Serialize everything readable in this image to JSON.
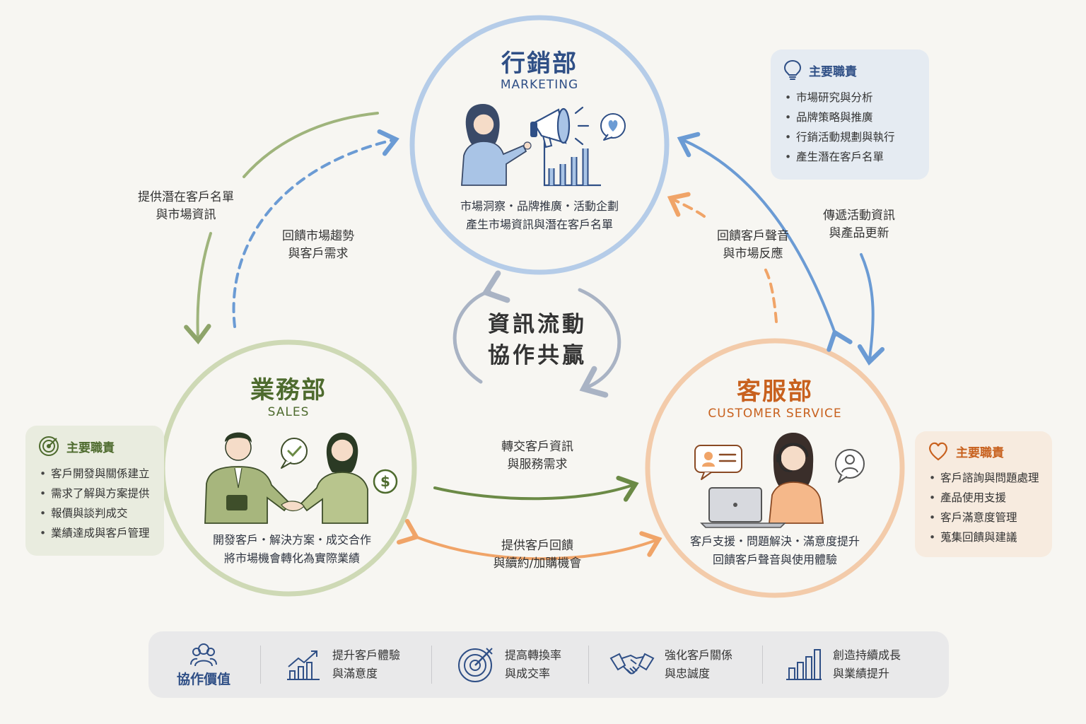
{
  "marketing": {
    "title": "行銷部",
    "subtitle": "MARKETING",
    "desc_line1": "市場洞察・品牌推廣・活動企劃",
    "desc_line2": "產生市場資訊與潛在客戶名單",
    "color": "#2f4f86",
    "ring": "#a9c4e6",
    "responsibilities": {
      "title": "主要職責",
      "icon": "lightbulb-icon",
      "items": [
        "市場研究與分析",
        "品牌策略與推廣",
        "行銷活動規劃與執行",
        "產生潛在客戶名單"
      ]
    }
  },
  "sales": {
    "title": "業務部",
    "subtitle": "SALES",
    "desc_line1": "開發客戶・解決方案・成交合作",
    "desc_line2": "將市場機會轉化為實際業績",
    "color": "#4e6b2e",
    "ring": "#c9d6ae",
    "responsibilities": {
      "title": "主要職責",
      "icon": "target-icon",
      "items": [
        "客戶開發與關係建立",
        "需求了解與方案提供",
        "報價與談判成交",
        "業績達成與客戶管理"
      ]
    }
  },
  "service": {
    "title": "客服部",
    "subtitle": "CUSTOMER SERVICE",
    "desc_line1": "客戶支援・問題解決・滿意度提升",
    "desc_line2": "回饋客戶聲音與使用體驗",
    "color": "#c8611e",
    "ring": "#f2c6a2",
    "responsibilities": {
      "title": "主要職責",
      "icon": "heart-icon",
      "items": [
        "客戶諮詢與問題處理",
        "產品使用支援",
        "客戶滿意度管理",
        "蒐集回饋與建議"
      ]
    }
  },
  "flows": {
    "marketing_to_sales": [
      "提供潛在客戶名單",
      "與市場資訊"
    ],
    "sales_to_marketing": [
      "回饋市場趨勢",
      "與客戶需求"
    ],
    "service_to_marketing": [
      "回饋客戶聲音",
      "與市場反應"
    ],
    "marketing_to_service": [
      "傳遞活動資訊",
      "與產品更新"
    ],
    "sales_to_service": [
      "轉交客戶資訊",
      "與服務需求"
    ],
    "service_to_sales": [
      "提供客戶回饋",
      "與續約/加購機會"
    ]
  },
  "center": {
    "line1": "資訊流動",
    "line2": "協作共贏"
  },
  "values": {
    "title": "協作價值",
    "items": [
      {
        "icon": "growth-chart-icon",
        "line1": "提升客戶體驗",
        "line2": "與滿意度"
      },
      {
        "icon": "target-icon",
        "line1": "提高轉換率",
        "line2": "與成交率"
      },
      {
        "icon": "handshake-icon",
        "line1": "強化客戶關係",
        "line2": "與忠誠度"
      },
      {
        "icon": "bar-chart-icon",
        "line1": "創造持續成長",
        "line2": "與業績提升"
      }
    ]
  }
}
